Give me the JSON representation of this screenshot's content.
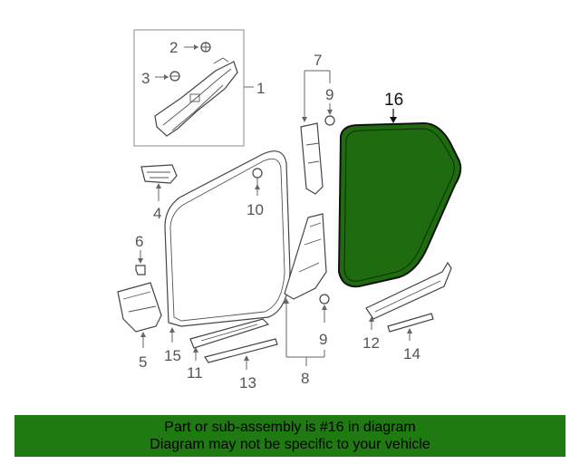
{
  "diagram": {
    "callouts": {
      "c1": "1",
      "c2": "2",
      "c3": "3",
      "c4": "4",
      "c5": "5",
      "c6": "6",
      "c7": "7",
      "c8": "8",
      "c9a": "9",
      "c9b": "9",
      "c10": "10",
      "c11": "11",
      "c12": "12",
      "c13": "13",
      "c14": "14",
      "c15": "15",
      "c16": "16"
    },
    "highlight_color": "#1f6b10"
  },
  "banner": {
    "line1": "Part or sub-assembly is #16 in diagram",
    "line2": "Diagram may not be specific to your vehicle",
    "background": "#1f7a12"
  }
}
